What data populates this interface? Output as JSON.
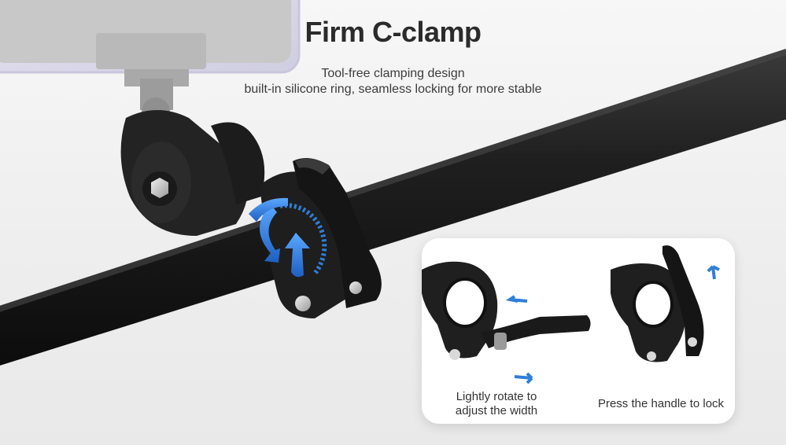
{
  "header": {
    "title": "Firm C-clamp",
    "subtitle_line1": "Tool-free clamping design",
    "subtitle_line2": "built-in silicone ring, seamless locking for more stable"
  },
  "inset": {
    "left_caption_line1": "Lightly rotate to",
    "left_caption_line2": "adjust the width",
    "right_caption": "Press the handle to lock"
  },
  "colors": {
    "accent_blue": "#2f7fd8",
    "clamp_black": "#1e1e1e",
    "background": "#f2f2f2"
  }
}
